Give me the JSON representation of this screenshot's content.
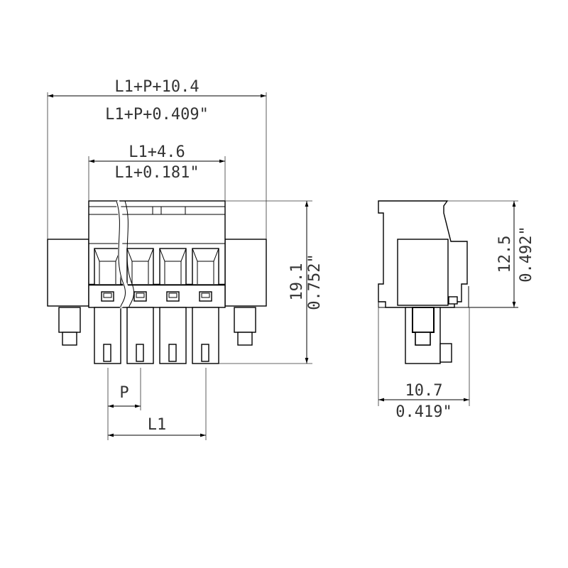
{
  "front_view": {
    "overall_width_mm": "L1+P+10.4",
    "overall_width_in": "L1+P+0.409\"",
    "body_width_mm": "L1+4.6",
    "body_width_in": "L1+0.181\"",
    "height_mm": "19.1",
    "height_in": "0.752\"",
    "pitch_label": "P",
    "length_label": "L1",
    "pole_count": 4
  },
  "side_view": {
    "height_mm": "12.5",
    "height_in": "0.492\"",
    "depth_mm": "10.7",
    "depth_in": "0.419\""
  }
}
